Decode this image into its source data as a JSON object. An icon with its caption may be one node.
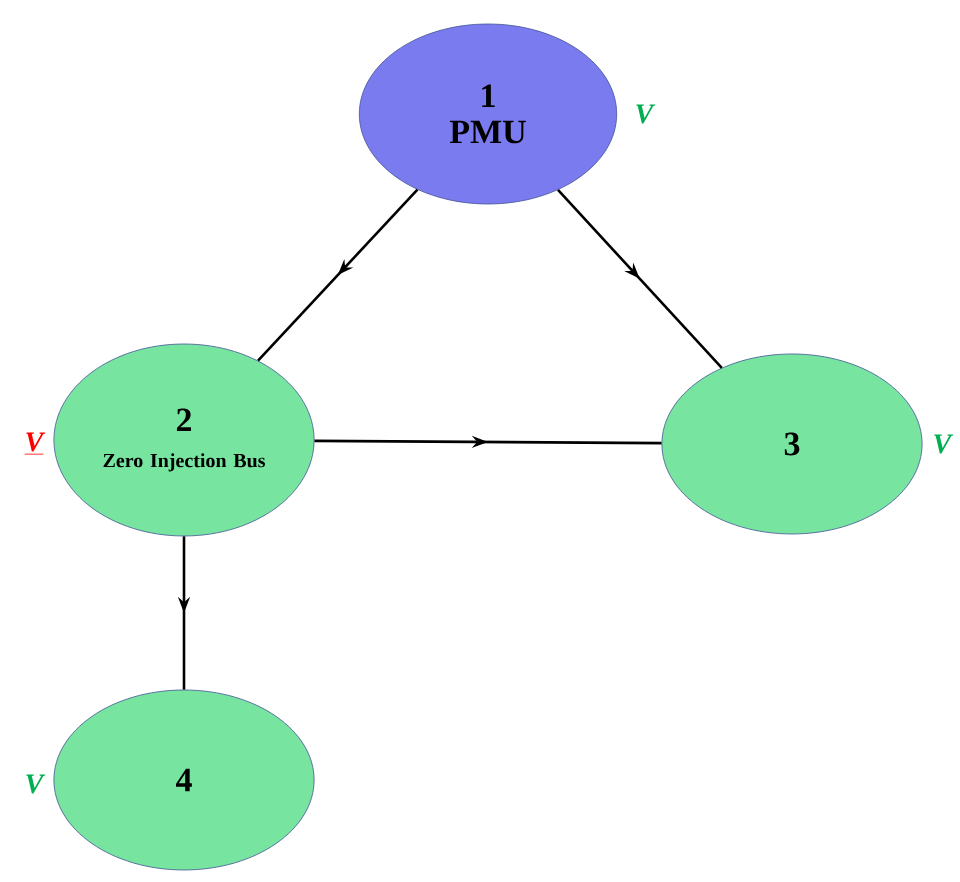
{
  "diagram": {
    "nodes": [
      {
        "text": [
          "1",
          "PMU"
        ],
        "beside": [
          "V"
        ]
      },
      {
        "text": [
          "2",
          "Zero Injection Bus"
        ],
        "beside": [
          "V"
        ]
      },
      {
        "text": [
          "3"
        ],
        "beside": [
          "V"
        ]
      },
      {
        "text": [
          "4"
        ],
        "beside": [
          "V"
        ]
      }
    ],
    "edges": [
      {
        "from": 0,
        "to": 1,
        "arrow": "to"
      },
      {
        "from": 0,
        "to": 2,
        "arrow": "to"
      },
      {
        "from": 1,
        "to": 2,
        "arrow": "to"
      },
      {
        "from": 1,
        "to": 3,
        "arrow": "to"
      }
    ]
  }
}
